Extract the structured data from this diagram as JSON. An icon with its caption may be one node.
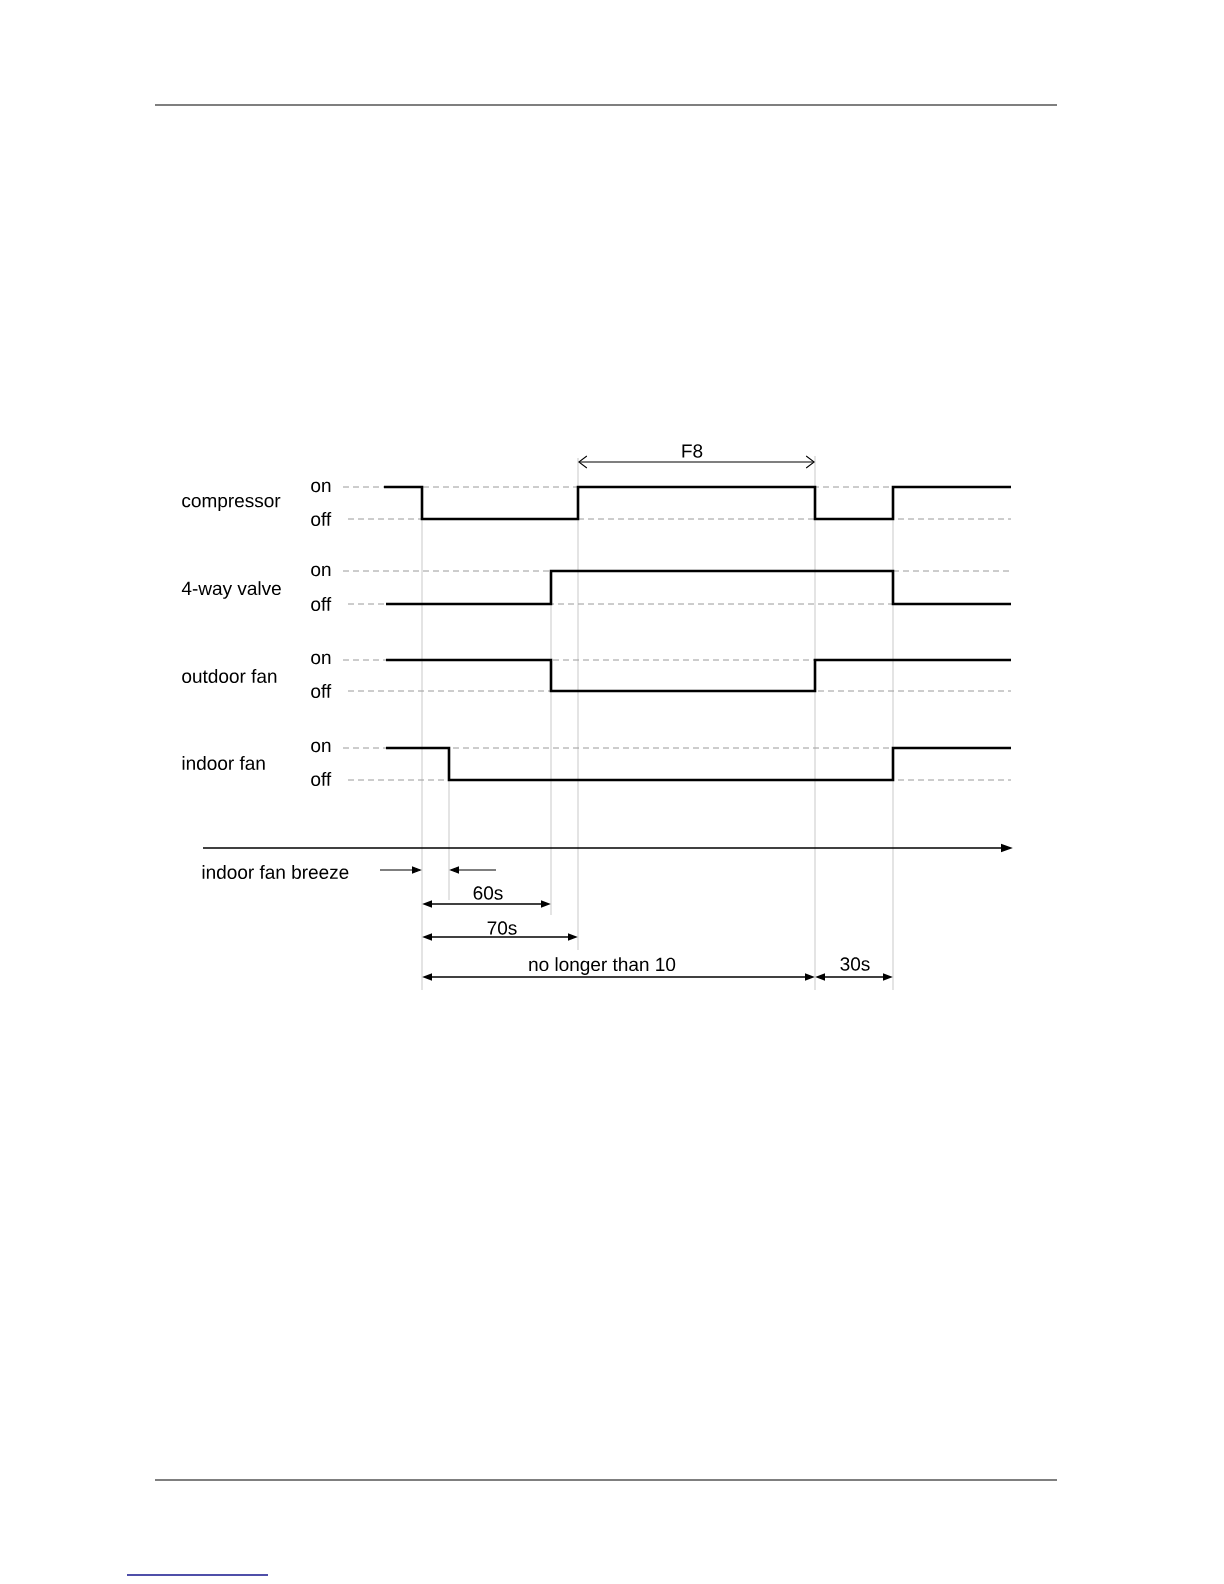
{
  "diagram": {
    "labels": [
      "F8",
      "on",
      "compressor",
      "off",
      "on",
      "4-way valve",
      "off",
      "on",
      "outdoor fan",
      "off",
      "on",
      "indoor fan",
      "off",
      "indoor fan breeze",
      "60s",
      "70s",
      "no longer than 10",
      "30s"
    ]
  }
}
